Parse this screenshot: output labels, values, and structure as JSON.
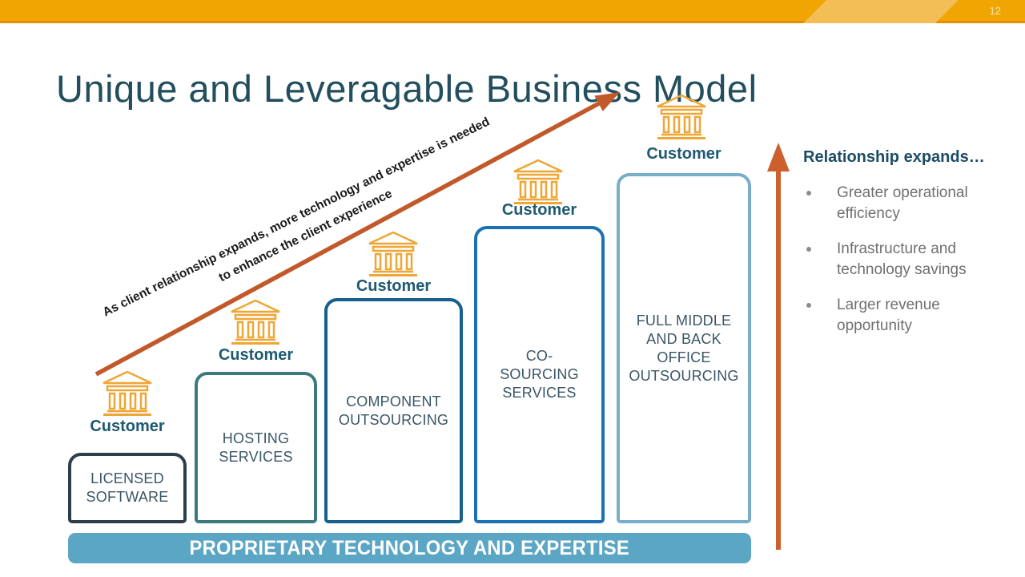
{
  "page_number": "12",
  "title": "Unique and Leveragable Business Model",
  "diagonal_caption": {
    "line1": "As client relationship expands, more technology and expertise is needed",
    "line2": "to enhance the client experience"
  },
  "steps": [
    {
      "customer_label": "Customer",
      "service": "LICENSED\nSOFTWARE"
    },
    {
      "customer_label": "Customer",
      "service": "HOSTING\nSERVICES"
    },
    {
      "customer_label": "Customer",
      "service": "COMPONENT\nOUTSOURCING"
    },
    {
      "customer_label": "Customer",
      "service": "CO-\nSOURCING\nSERVICES"
    },
    {
      "customer_label": "Customer",
      "service": "FULL MIDDLE\nAND BACK\nOFFICE\nOUTSOURCING"
    }
  ],
  "banner_label": "PROPRIETARY TECHNOLOGY AND EXPERTISE",
  "right_panel": {
    "heading": "Relationship expands…",
    "bullets": [
      "Greater operational efficiency",
      "Infrastructure and technology savings",
      "Larger revenue opportunity"
    ]
  },
  "icons": {
    "bank": "bank-building-icon",
    "diagonal_arrow": "growth-arrow-icon",
    "vertical_arrow": "expansion-arrow-icon"
  },
  "colors": {
    "topbar_gold": "#F0A502",
    "topbar_band": "#F3BE55",
    "topbar_line": "#E78F00",
    "title_teal": "#224E5D",
    "arrow_rust": "#C2592B",
    "bank_gold": "#EEA636",
    "customer_teal": "#1E5A71",
    "box_border_1": "#2C3E4B",
    "box_border_2": "#3A7A7E",
    "box_border_3": "#16608F",
    "box_border_4": "#1C70B4",
    "box_border_5": "#78AEC9",
    "banner_blue": "#5CA6C5",
    "bullet_gray": "#6E7072"
  }
}
